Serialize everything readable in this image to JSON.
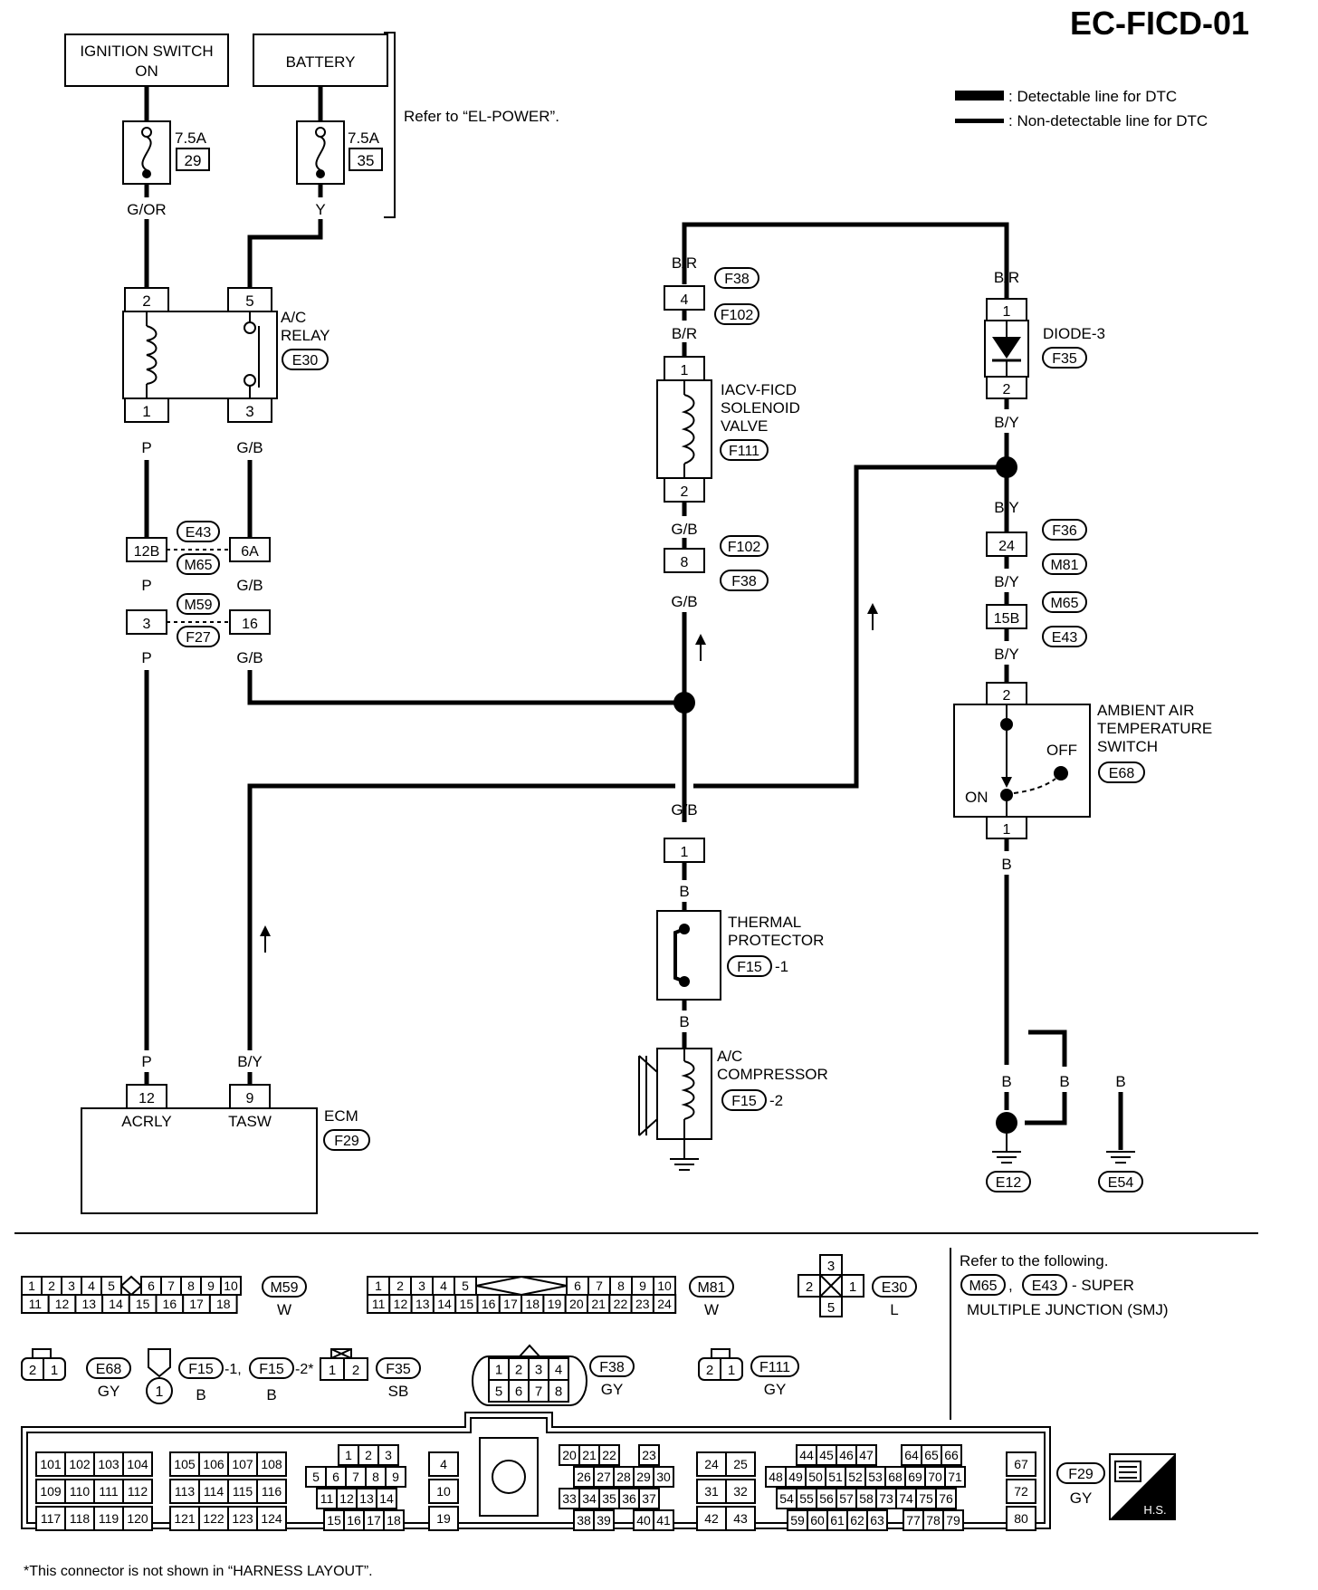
{
  "page_code": "EC-FICD-01",
  "legend": {
    "detectable": ": Detectable line for DTC",
    "non_detectable": ": Non-detectable line for DTC"
  },
  "refer_power": "Refer to “EL-POWER”.",
  "ignition_switch": {
    "line1": "IGNITION SWITCH",
    "line2": "ON"
  },
  "battery": "BATTERY",
  "fuse_29": {
    "rating": "7.5A",
    "number": "29",
    "wire": "G/OR"
  },
  "fuse_35": {
    "rating": "7.5A",
    "number": "35",
    "wire": "Y"
  },
  "ac_relay": {
    "line1": "A/C",
    "line2": "RELAY",
    "conn": "E30",
    "pin2": "2",
    "pin5": "5",
    "pin1": "1",
    "pin3": "3"
  },
  "wires": {
    "p": "P",
    "gb": "G/B",
    "br": "B/R",
    "by": "B/Y",
    "b": "B"
  },
  "join_e43_m65": {
    "left_pin": "12B",
    "right_pin": "6A",
    "c1": "E43",
    "c2": "M65"
  },
  "join_m59_f27": {
    "left_pin": "3",
    "right_pin": "16",
    "c1": "M59",
    "c2": "F27"
  },
  "conn_f38_top": {
    "pin": "4",
    "c1": "F38",
    "c2": "F102"
  },
  "iacv": {
    "line1": "IACV-FICD",
    "line2": "SOLENOID",
    "line3": "VALVE",
    "conn": "F111",
    "pin1": "1",
    "pin2": "2"
  },
  "conn_f102_low": {
    "pin": "8",
    "c1": "F102",
    "c2": "F38"
  },
  "diode": {
    "label": "DIODE-3",
    "conn": "F35",
    "pin1": "1",
    "pin2": "2"
  },
  "conn_f36": {
    "pin": "24",
    "c1": "F36",
    "c2": "M81"
  },
  "conn_m65": {
    "pin": "15B",
    "c1": "M65",
    "c2": "E43"
  },
  "ambient_switch": {
    "line1": "AMBIENT AIR",
    "line2": "TEMPERATURE",
    "line3": "SWITCH",
    "conn": "E68",
    "off": "OFF",
    "on": "ON",
    "pin2": "2",
    "pin1": "1"
  },
  "thermal": {
    "line1": "THERMAL",
    "line2": "PROTECTOR",
    "conn": "F15",
    "suffix": "-1",
    "pin": "1"
  },
  "compressor": {
    "line1": "A/C",
    "line2": "COMPRESSOR",
    "conn": "F15",
    "suffix": "-2"
  },
  "ecm": {
    "label": "ECM",
    "conn": "F29",
    "pin12": "12",
    "pin9": "9",
    "t12": "ACRLY",
    "t9": "TASW"
  },
  "grounds": {
    "g1": "E12",
    "g2": "E54"
  },
  "connectors": {
    "m59": {
      "code": "M59",
      "color": "W",
      "top": [
        "1",
        "2",
        "3",
        "4",
        "5",
        "",
        "6",
        "7",
        "8",
        "9",
        "10"
      ],
      "bottom": [
        "11",
        "12",
        "13",
        "14",
        "15",
        "16",
        "17",
        "18"
      ]
    },
    "m81": {
      "code": "M81",
      "color": "W",
      "top": [
        "1",
        "2",
        "3",
        "4",
        "5",
        "6",
        "7",
        "8",
        "9",
        "10"
      ],
      "bottom": [
        "11",
        "12",
        "13",
        "14",
        "15",
        "16",
        "17",
        "18",
        "19",
        "20",
        "21",
        "22",
        "23",
        "24"
      ]
    },
    "e30": {
      "code": "E30",
      "color": "L",
      "pins": [
        "3",
        "2",
        "1",
        "5"
      ]
    },
    "e68": {
      "code": "E68",
      "color": "GY",
      "pins": [
        "2",
        "1"
      ]
    },
    "f15": {
      "c1": "F15",
      "s1": "-1,",
      "c2": "F15",
      "s2": "-2*",
      "color": "B",
      "pin": "1"
    },
    "f35": {
      "code": "F35",
      "color": "SB",
      "pins": [
        "1",
        "2"
      ]
    },
    "f38": {
      "code": "F38",
      "color": "GY",
      "top": [
        "1",
        "2",
        "3",
        "4"
      ],
      "bottom": [
        "5",
        "6",
        "7",
        "8"
      ]
    },
    "f111": {
      "code": "F111",
      "color": "GY",
      "pins": [
        "2",
        "1"
      ]
    },
    "f29": {
      "code": "F29",
      "color": "GY"
    }
  },
  "refer_smj": {
    "line1": "Refer to the following.",
    "c1": "M65",
    "c2": "E43",
    "tail": "- SUPER",
    "line3": "MULTIPLE JUNCTION (SMJ)"
  },
  "ecm_connector": {
    "g1": [
      [
        "101",
        "102",
        "103",
        "104"
      ],
      [
        "109",
        "110",
        "111",
        "112"
      ],
      [
        "117",
        "118",
        "119",
        "120"
      ]
    ],
    "g2": [
      [
        "105",
        "106",
        "107",
        "108"
      ],
      [
        "113",
        "114",
        "115",
        "116"
      ],
      [
        "121",
        "122",
        "123",
        "124"
      ]
    ],
    "g3": [
      [
        "1",
        "2",
        "3"
      ],
      [
        "5",
        "6",
        "7",
        "8",
        "9"
      ],
      [
        "11",
        "12",
        "13",
        "14"
      ],
      [
        "15",
        "16",
        "17",
        "18"
      ]
    ],
    "g4": [
      [
        "4"
      ],
      [
        "10"
      ],
      [
        "19"
      ]
    ],
    "g5": [
      [
        "20",
        "21",
        "22",
        "23"
      ],
      [
        "26",
        "27",
        "28",
        "29",
        "30"
      ],
      [
        "33",
        "34",
        "35",
        "36",
        "37"
      ],
      [
        "38",
        "39",
        "40",
        "41"
      ]
    ],
    "g6": [
      [
        "24",
        "25"
      ],
      [
        "31",
        "32"
      ],
      [
        "42",
        "43"
      ]
    ],
    "g7": [
      [
        "44",
        "45",
        "46",
        "47",
        "64",
        "65",
        "66"
      ],
      [
        "48",
        "49",
        "50",
        "51",
        "52",
        "53",
        "68",
        "69",
        "70",
        "71"
      ],
      [
        "54",
        "55",
        "56",
        "57",
        "58",
        "73",
        "74",
        "75",
        "76"
      ],
      [
        "59",
        "60",
        "61",
        "62",
        "63",
        "77",
        "78",
        "79"
      ]
    ],
    "g8": [
      [
        "67"
      ],
      [
        "72"
      ],
      [
        "80"
      ]
    ]
  },
  "hs_badge": "H.S.",
  "footnote": "*This connector is not shown in “HARNESS LAYOUT”."
}
